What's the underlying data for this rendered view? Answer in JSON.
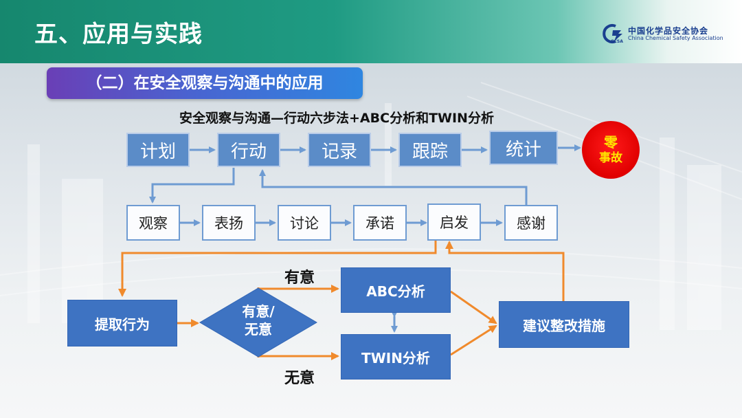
{
  "header": {
    "title": "五、应用与实践",
    "logo": {
      "name_cn": "中国化学品安全协会",
      "name_en": "China Chemical Safety Association",
      "icon": "ccsa-logo-icon"
    }
  },
  "subtitle": "（二）在安全观察与沟通中的应用",
  "diagram": {
    "heading": "安全观察与沟通—行动六步法+ABC分析和TWIN分析",
    "top_row": [
      "计划",
      "行动",
      "记录",
      "跟踪",
      "统计"
    ],
    "goal": {
      "line1": "零",
      "line2": "事故"
    },
    "middle_row": [
      "观察",
      "表扬",
      "讨论",
      "承诺",
      "启发",
      "感谢"
    ],
    "bottom": {
      "extract": "提取行为",
      "decision_line1": "有意/",
      "decision_line2": "无意",
      "intentional_label": "有意",
      "unintentional_label": "无意",
      "abc": "ABC分析",
      "twin": "TWIN分析",
      "measures": "建议整改措施"
    }
  },
  "colors": {
    "title_bar": "#1f9b83",
    "box_blue": "#5b8cc8",
    "box_solid": "#3e73c2",
    "arrow_blue": "#6e9bd2",
    "arrow_orange": "#f08a2c",
    "goal_red": "#e00000",
    "goal_text": "#ffe300"
  }
}
